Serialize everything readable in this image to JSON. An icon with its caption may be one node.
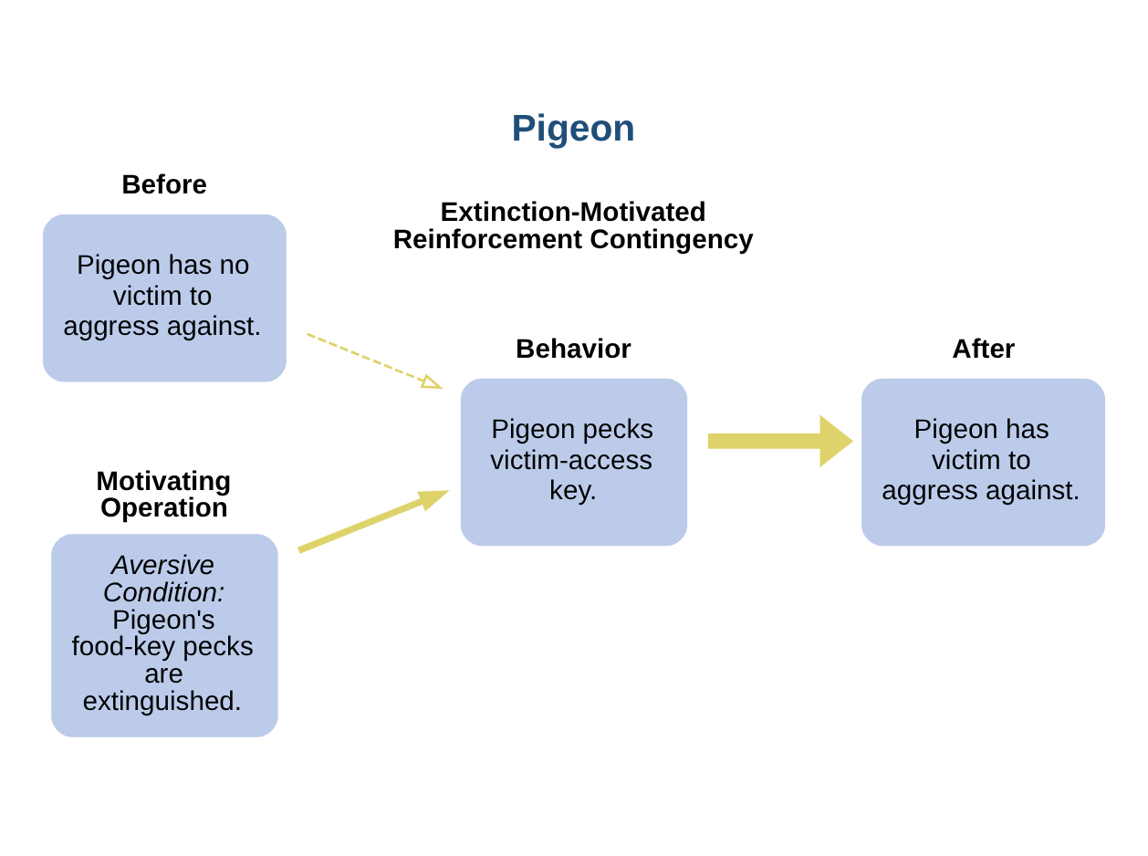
{
  "diagram": {
    "title": "Pigeon",
    "nodes": [
      {
        "text": [
          "Before",
          "Pigeon has no victim to aggress against."
        ]
      },
      {
        "text": [
          "Behavior",
          "Pigeon pecks victim-access key."
        ]
      },
      {
        "text": [
          "After",
          "Pigeon has victim to aggress against."
        ]
      },
      {
        "text": [
          "Motivating Operation",
          "*Aversive Condition:* Pigeon's food-key pecks are extinguished."
        ]
      }
    ],
    "edges": [
      {
        "from": 0,
        "to": 1,
        "arrow": "to",
        "style": "dashed"
      },
      {
        "from": 1,
        "to": 2,
        "arrow": "to",
        "style": "thick"
      },
      {
        "from": 3,
        "to": 1,
        "arrow": "to"
      }
    ],
    "labels": [
      "Extinction-Motivated Reinforcement Contingency"
    ]
  }
}
